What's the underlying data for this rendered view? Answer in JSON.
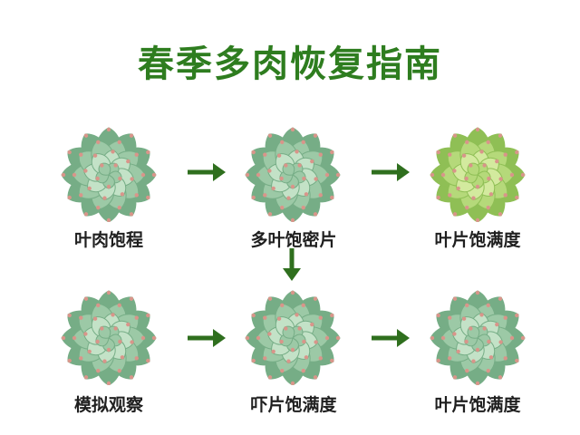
{
  "title": "春季多肉恢复指南",
  "colors": {
    "title": "#2e7d1f",
    "arrow": "#2f6f1e",
    "label": "#1f1f1f",
    "leaf_bluegreen": "#9cc9a6",
    "leaf_limegreen": "#b5d97a",
    "leaf_tip": "#d9958a"
  },
  "nodes": [
    {
      "label": "叶肉饱程",
      "style": "bluegreen"
    },
    {
      "label": "多叶饱密片",
      "style": "bluegreen"
    },
    {
      "label": "叶片饱满度",
      "style": "limegreen"
    },
    {
      "label": "模拟观察",
      "style": "bluegreen"
    },
    {
      "label": "吓片饱满度",
      "style": "bluegreen"
    },
    {
      "label": "叶片饱满度",
      "style": "bluegreen"
    }
  ],
  "arrows": [
    {
      "from": 0,
      "to": 1,
      "direction": "right"
    },
    {
      "from": 1,
      "to": 2,
      "direction": "right"
    },
    {
      "from": 1,
      "to": 4,
      "direction": "down"
    },
    {
      "from": 3,
      "to": 4,
      "direction": "right"
    },
    {
      "from": 4,
      "to": 5,
      "direction": "right"
    }
  ]
}
